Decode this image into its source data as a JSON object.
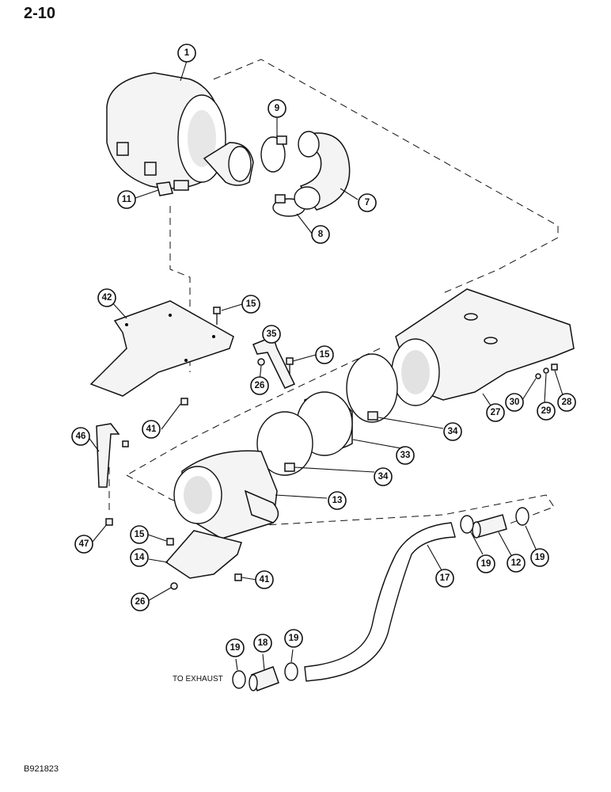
{
  "page_number": "2-10",
  "figure_code": "B921823",
  "exhaust_label": "TO EXHAUST",
  "callouts": {
    "c1": "1",
    "c9": "9",
    "c11": "11",
    "c7": "7",
    "c8": "8",
    "c42": "42",
    "c15a": "15",
    "c35": "35",
    "c15b": "15",
    "c26a": "26",
    "c30": "30",
    "c29": "29",
    "c28": "28",
    "c27": "27",
    "c46": "46",
    "c41a": "41",
    "c34a": "34",
    "c33": "33",
    "c34b": "34",
    "c13": "13",
    "c15c": "15",
    "c14": "14",
    "c47": "47",
    "c41b": "41",
    "c26b": "26",
    "c17": "17",
    "c19a": "19",
    "c12": "12",
    "c19b": "19",
    "c19c": "19",
    "c18": "18",
    "c19d": "19"
  }
}
